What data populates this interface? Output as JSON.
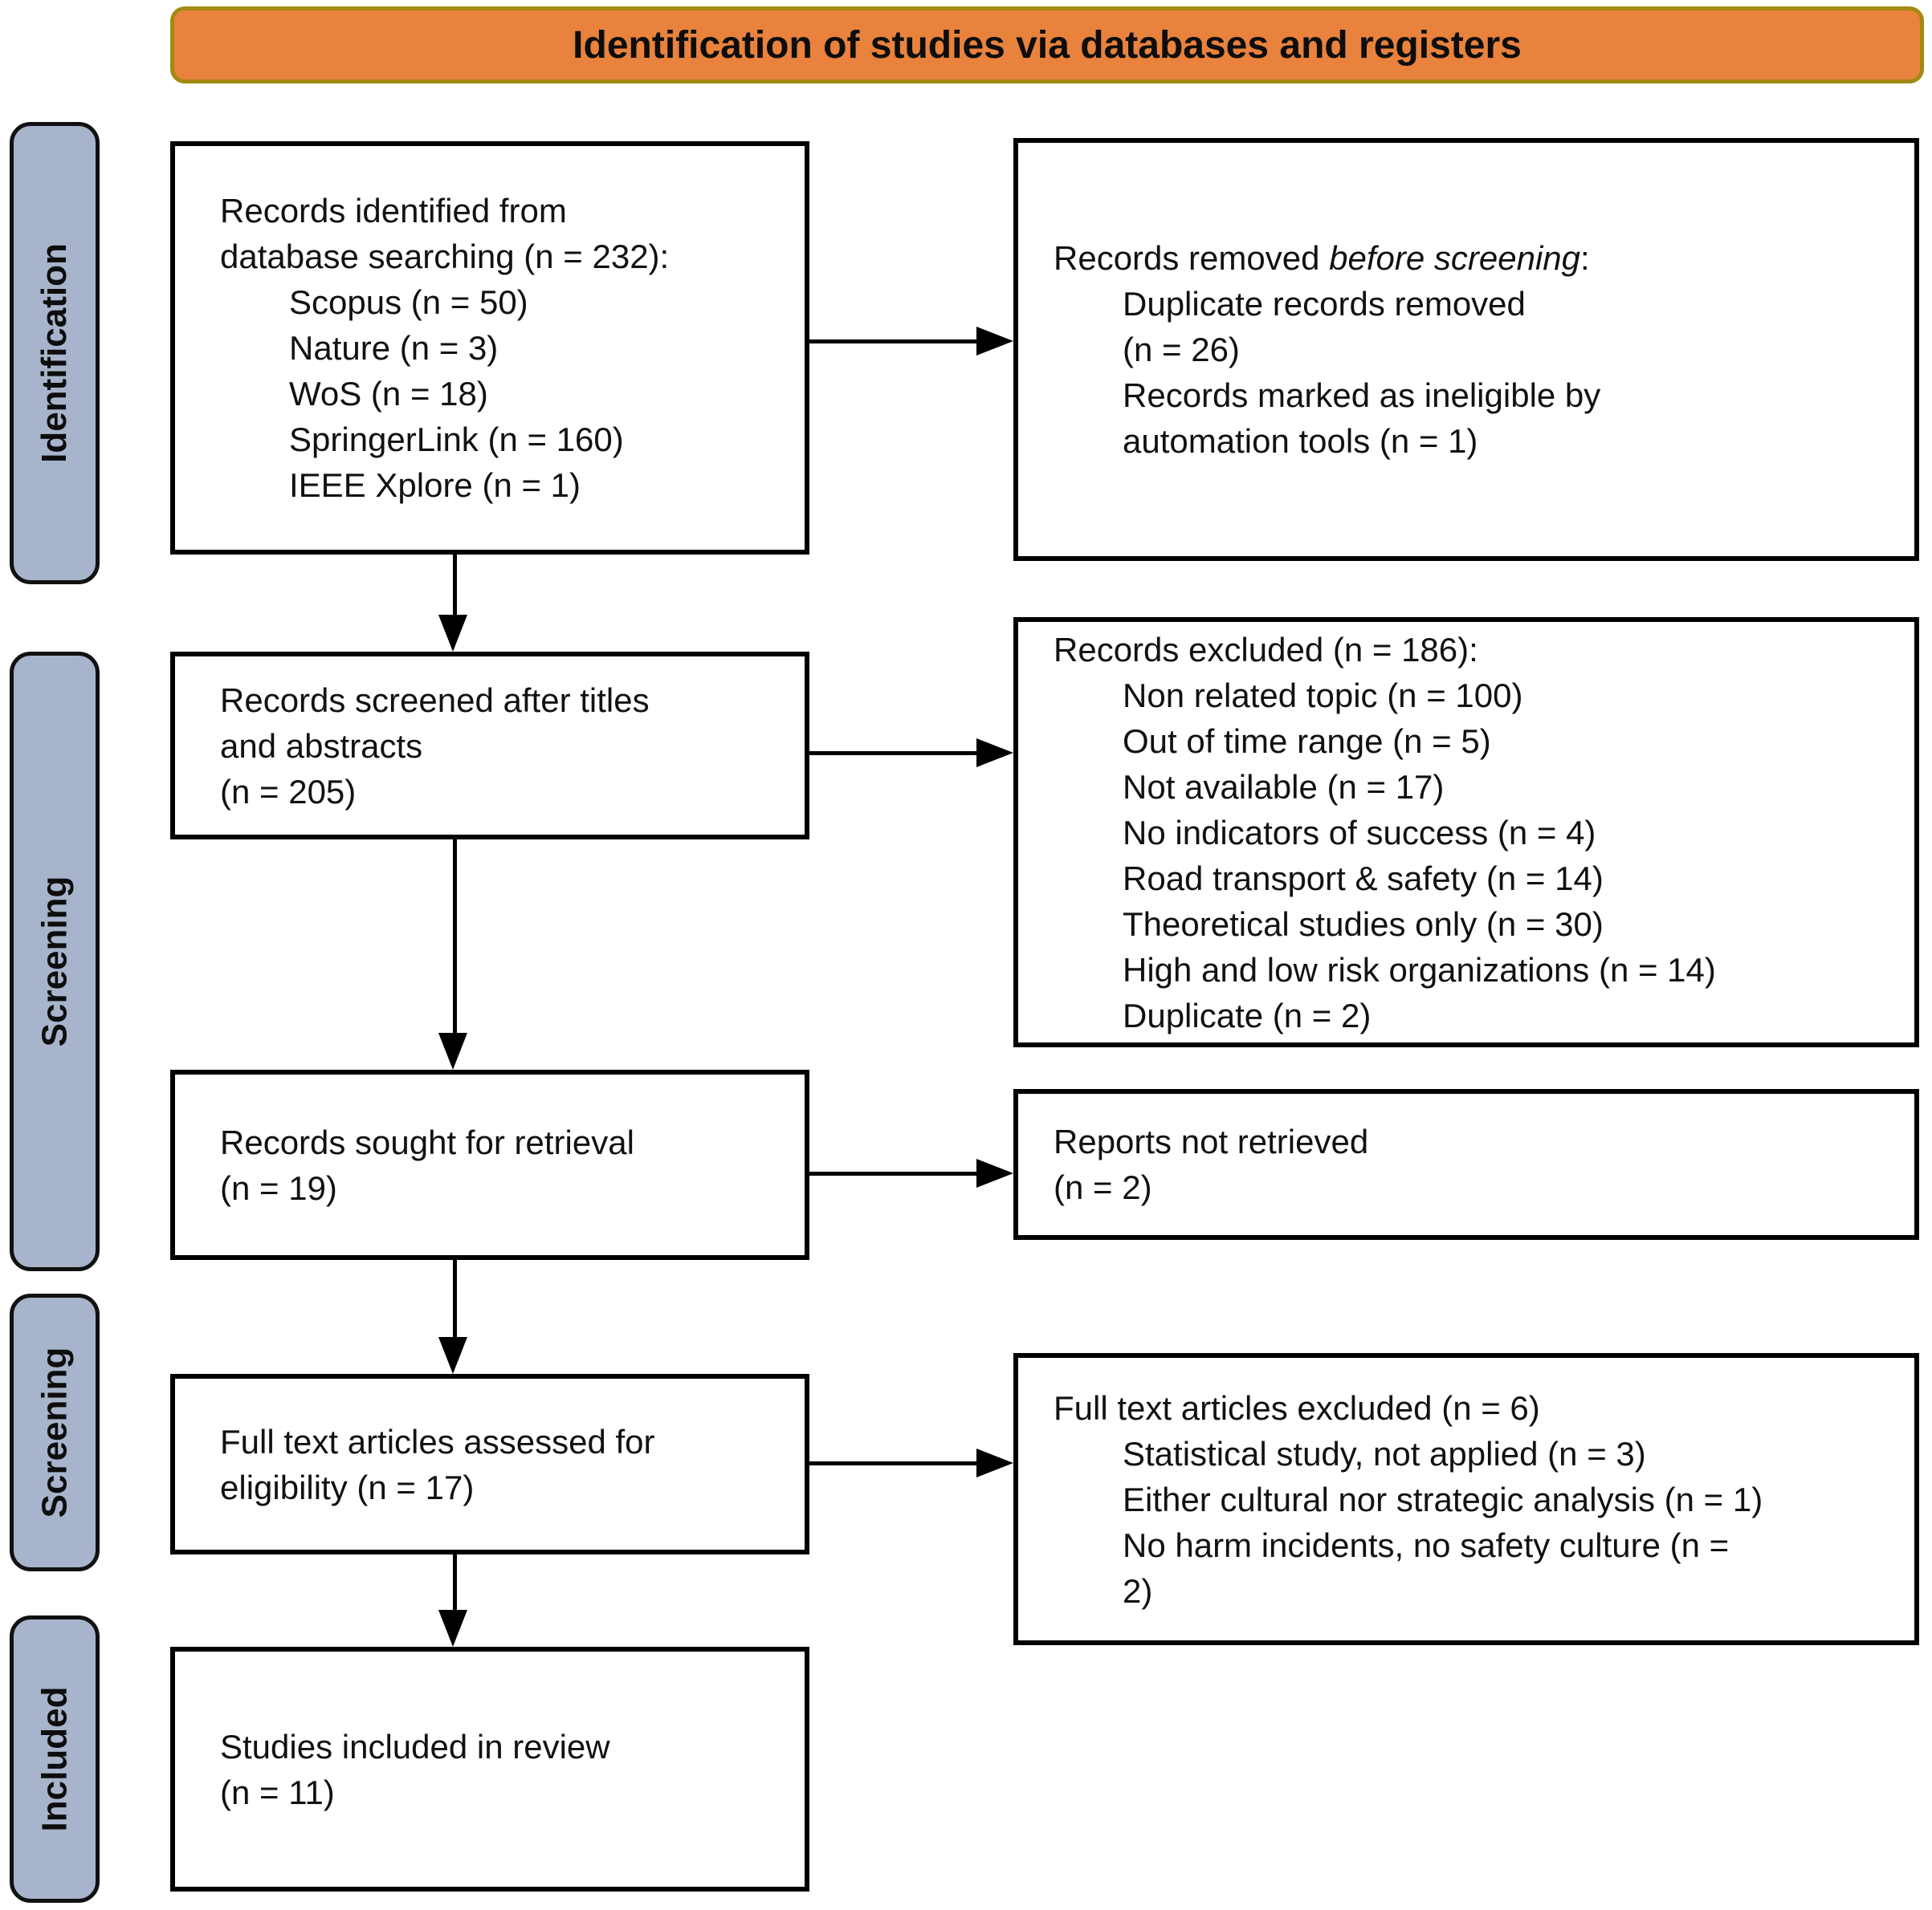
{
  "banner": {
    "label": "Identification of studies via databases and registers",
    "bg_color": "#E8823C",
    "border_color": "#A28A12"
  },
  "sidebar": {
    "bg_color": "#A7B4CB",
    "items": [
      {
        "label": "Identification"
      },
      {
        "label": "Screening"
      },
      {
        "label": "Screening"
      },
      {
        "label": "Included"
      }
    ]
  },
  "icons": {
    "arrow_right": "▶",
    "arrow_down": "▼"
  },
  "boxes": {
    "records_identified": {
      "lines": [
        {
          "t": "Records identified from"
        },
        {
          "t": "database searching (n = 232):"
        },
        {
          "t": "Scopus (n = 50)",
          "ind": 1
        },
        {
          "t": "Nature (n = 3)",
          "ind": 1
        },
        {
          "t": "WoS (n = 18)",
          "ind": 1
        },
        {
          "t": "SpringerLink (n = 160)",
          "ind": 1
        },
        {
          "t": "IEEE Xplore (n = 1)",
          "ind": 1
        }
      ]
    },
    "records_removed": {
      "lines": [
        {
          "t": "Records removed ",
          "i": "before screening",
          "t2": ":"
        },
        {
          "t": "Duplicate records removed",
          "ind": 1
        },
        {
          "t": "(n = 26)",
          "ind": 1
        },
        {
          "t": "Records marked as ineligible by",
          "ind": 1
        },
        {
          "t": "automation tools (n = 1)",
          "ind": 1
        }
      ]
    },
    "records_screened": {
      "lines": [
        {
          "t": "Records screened after titles"
        },
        {
          "t": "and abstracts"
        },
        {
          "t": "(n = 205)"
        }
      ]
    },
    "records_excluded": {
      "lines": [
        {
          "t": "Records excluded (n = 186):"
        },
        {
          "t": "Non related topic (n = 100)",
          "ind": 1
        },
        {
          "t": "Out of time range (n = 5)",
          "ind": 1
        },
        {
          "t": "Not available (n = 17)",
          "ind": 1
        },
        {
          "t": "No indicators of success (n = 4)",
          "ind": 1
        },
        {
          "t": "Road transport & safety (n = 14)",
          "ind": 1
        },
        {
          "t": "Theoretical studies only (n = 30)",
          "ind": 1
        },
        {
          "t": "High and low risk organizations (n = 14)",
          "ind": 1
        },
        {
          "t": "Duplicate (n = 2)",
          "ind": 1
        }
      ]
    },
    "records_sought": {
      "lines": [
        {
          "t": "Records sought for retrieval"
        },
        {
          "t": "(n = 19)"
        }
      ]
    },
    "reports_not_retrieved": {
      "lines": [
        {
          "t": "Reports not retrieved"
        },
        {
          "t": "(n = 2)"
        }
      ]
    },
    "full_text_assessed": {
      "lines": [
        {
          "t": "Full text articles assessed for"
        },
        {
          "t": "eligibility (n = 17)"
        }
      ]
    },
    "full_text_excluded": {
      "lines": [
        {
          "t": "Full text articles excluded (n = 6)"
        },
        {
          "t": "Statistical study, not applied (n = 3)",
          "ind": 1
        },
        {
          "t": "Either cultural nor strategic analysis (n = 1)",
          "ind": 1
        },
        {
          "t": "No harm incidents, no safety culture (n =",
          "ind": 1
        },
        {
          "t": "2)",
          "ind": 1
        }
      ]
    },
    "studies_included": {
      "lines": [
        {
          "t": "Studies included in review"
        },
        {
          "t": "(n = 11)"
        }
      ]
    }
  }
}
